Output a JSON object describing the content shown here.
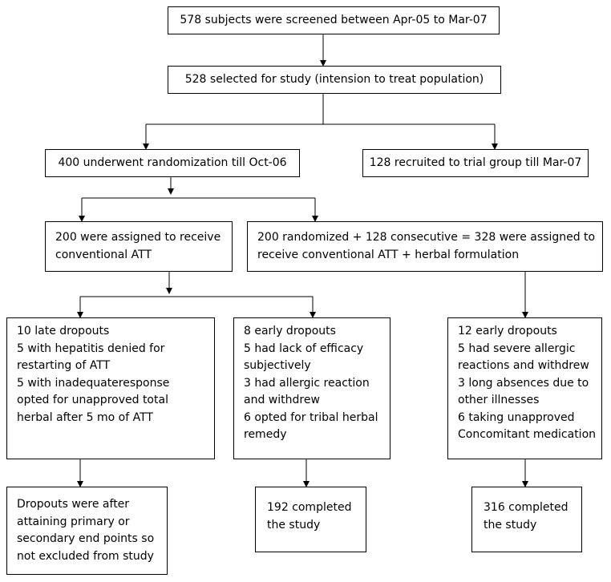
{
  "boxes": {
    "screened": {
      "lines": [
        "578 subjects were screened between Apr-05 to Mar-07"
      ]
    },
    "selected": {
      "lines": [
        "528 selected for study (intension to treat population)"
      ]
    },
    "randomized": {
      "lines": [
        "400 underwent randomization till Oct-06"
      ]
    },
    "trial_group": {
      "lines": [
        "128 recruited to trial group till Mar-07"
      ]
    },
    "conventional": {
      "lines": [
        "200 were assigned to receive",
        "conventional ATT"
      ]
    },
    "herbal": {
      "lines": [
        "200 randomized + 128 consecutive = 328 were assigned to",
        "receive conventional ATT + herbal formulation"
      ]
    },
    "late_dropouts": {
      "lines": [
        "10 late dropouts",
        "5 with hepatitis denied for",
        "restarting of ATT",
        "5 with inadequateresponse",
        "opted for unapproved total",
        "herbal after 5 mo of ATT"
      ]
    },
    "early_dropouts_8": {
      "lines": [
        "8 early dropouts",
        "5 had lack of efficacy",
        "subjectively",
        "3 had allergic reaction",
        "and withdrew",
        "6 opted for tribal herbal",
        "remedy"
      ]
    },
    "early_dropouts_12": {
      "lines": [
        "12 early dropouts",
        "5 had severe allergic",
        "reactions and withdrew",
        "3 long absences due to",
        "other illnesses",
        "6 taking unapproved",
        "Concomitant medication"
      ]
    },
    "dropouts_note": {
      "lines": [
        "Dropouts were after",
        "attaining primary or",
        "secondary end points so",
        "not excluded from study"
      ]
    },
    "completed_192": {
      "lines": [
        "192 completed",
        "the study"
      ]
    },
    "completed_316": {
      "lines": [
        "316 completed",
        "the study"
      ]
    }
  }
}
